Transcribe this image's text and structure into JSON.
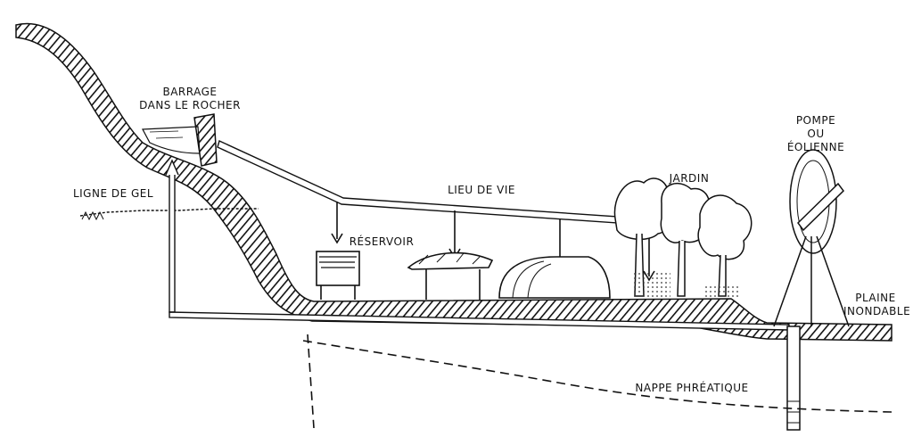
{
  "colors": {
    "ink": "#111111",
    "paper": "#ffffff"
  },
  "labels": {
    "barrage": "BARRAGE\nDANS LE ROCHER",
    "pompe": "POMPE\nOU\nÉOLIENNE",
    "ligne_gel": "LIGNE DE GEL",
    "lieu_vie": "LIEU DE VIE",
    "jardin": "JARDIN",
    "reservoir": "RÉSERVOIR",
    "plaine": "PLAINE\nINONDABLE",
    "nappe": "NAPPE PHRÉATIQUE"
  }
}
